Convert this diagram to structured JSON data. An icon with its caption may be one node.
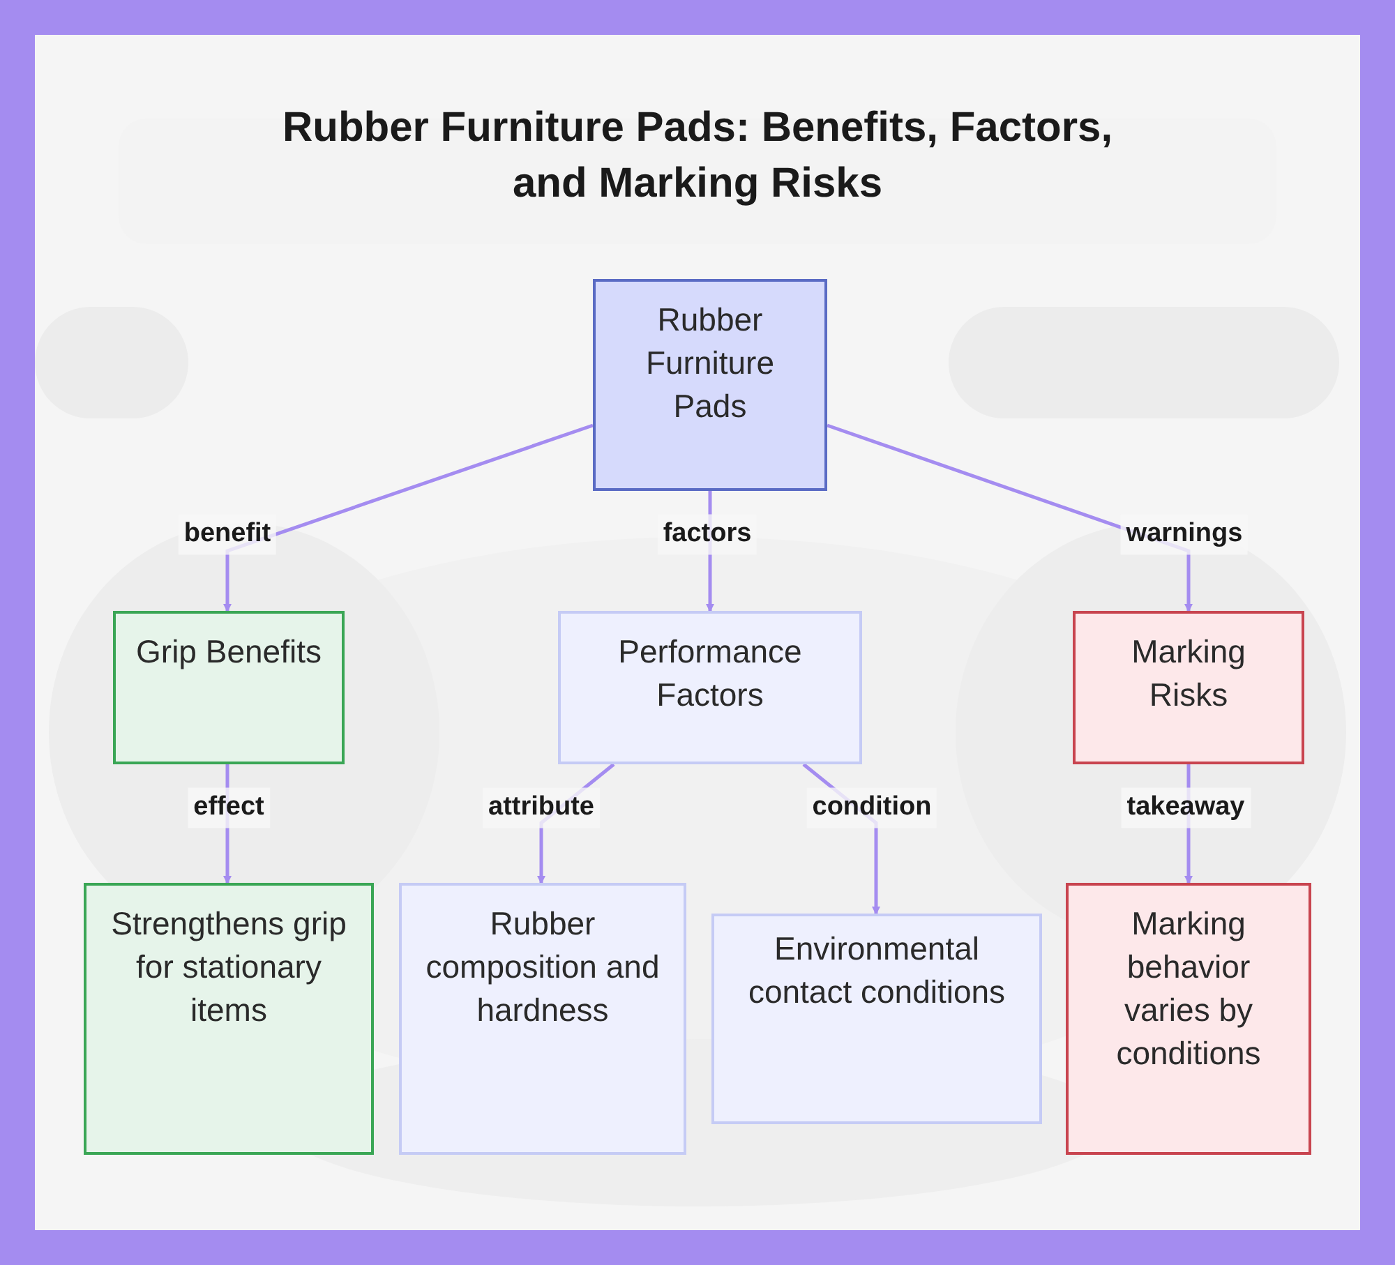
{
  "diagram": {
    "title": "Rubber Furniture Pads: Benefits, Factors, and Marking Risks",
    "nodes": [
      {
        "text": [
          "Rubber Furniture Pads"
        ]
      },
      {
        "text": [
          "Grip Benefits"
        ]
      },
      {
        "text": [
          "Performance Factors"
        ]
      },
      {
        "text": [
          "Marking Risks"
        ]
      },
      {
        "text": [
          "Strengthens grip for stationary items"
        ]
      },
      {
        "text": [
          "Rubber composition and hardness"
        ]
      },
      {
        "text": [
          "Environmental contact conditions"
        ]
      },
      {
        "text": [
          "Marking behavior varies by conditions"
        ]
      }
    ],
    "edges": [
      {
        "from": 0,
        "to": 1,
        "arrow": "to",
        "label": "benefit"
      },
      {
        "from": 0,
        "to": 2,
        "arrow": "to",
        "label": "factors"
      },
      {
        "from": 0,
        "to": 3,
        "arrow": "to",
        "label": "warnings"
      },
      {
        "from": 1,
        "to": 4,
        "arrow": "to",
        "label": "effect"
      },
      {
        "from": 2,
        "to": 5,
        "arrow": "to",
        "label": "attribute"
      },
      {
        "from": 2,
        "to": 6,
        "arrow": "to",
        "label": "condition"
      },
      {
        "from": 3,
        "to": 7,
        "arrow": "to",
        "label": "takeaway"
      }
    ]
  }
}
